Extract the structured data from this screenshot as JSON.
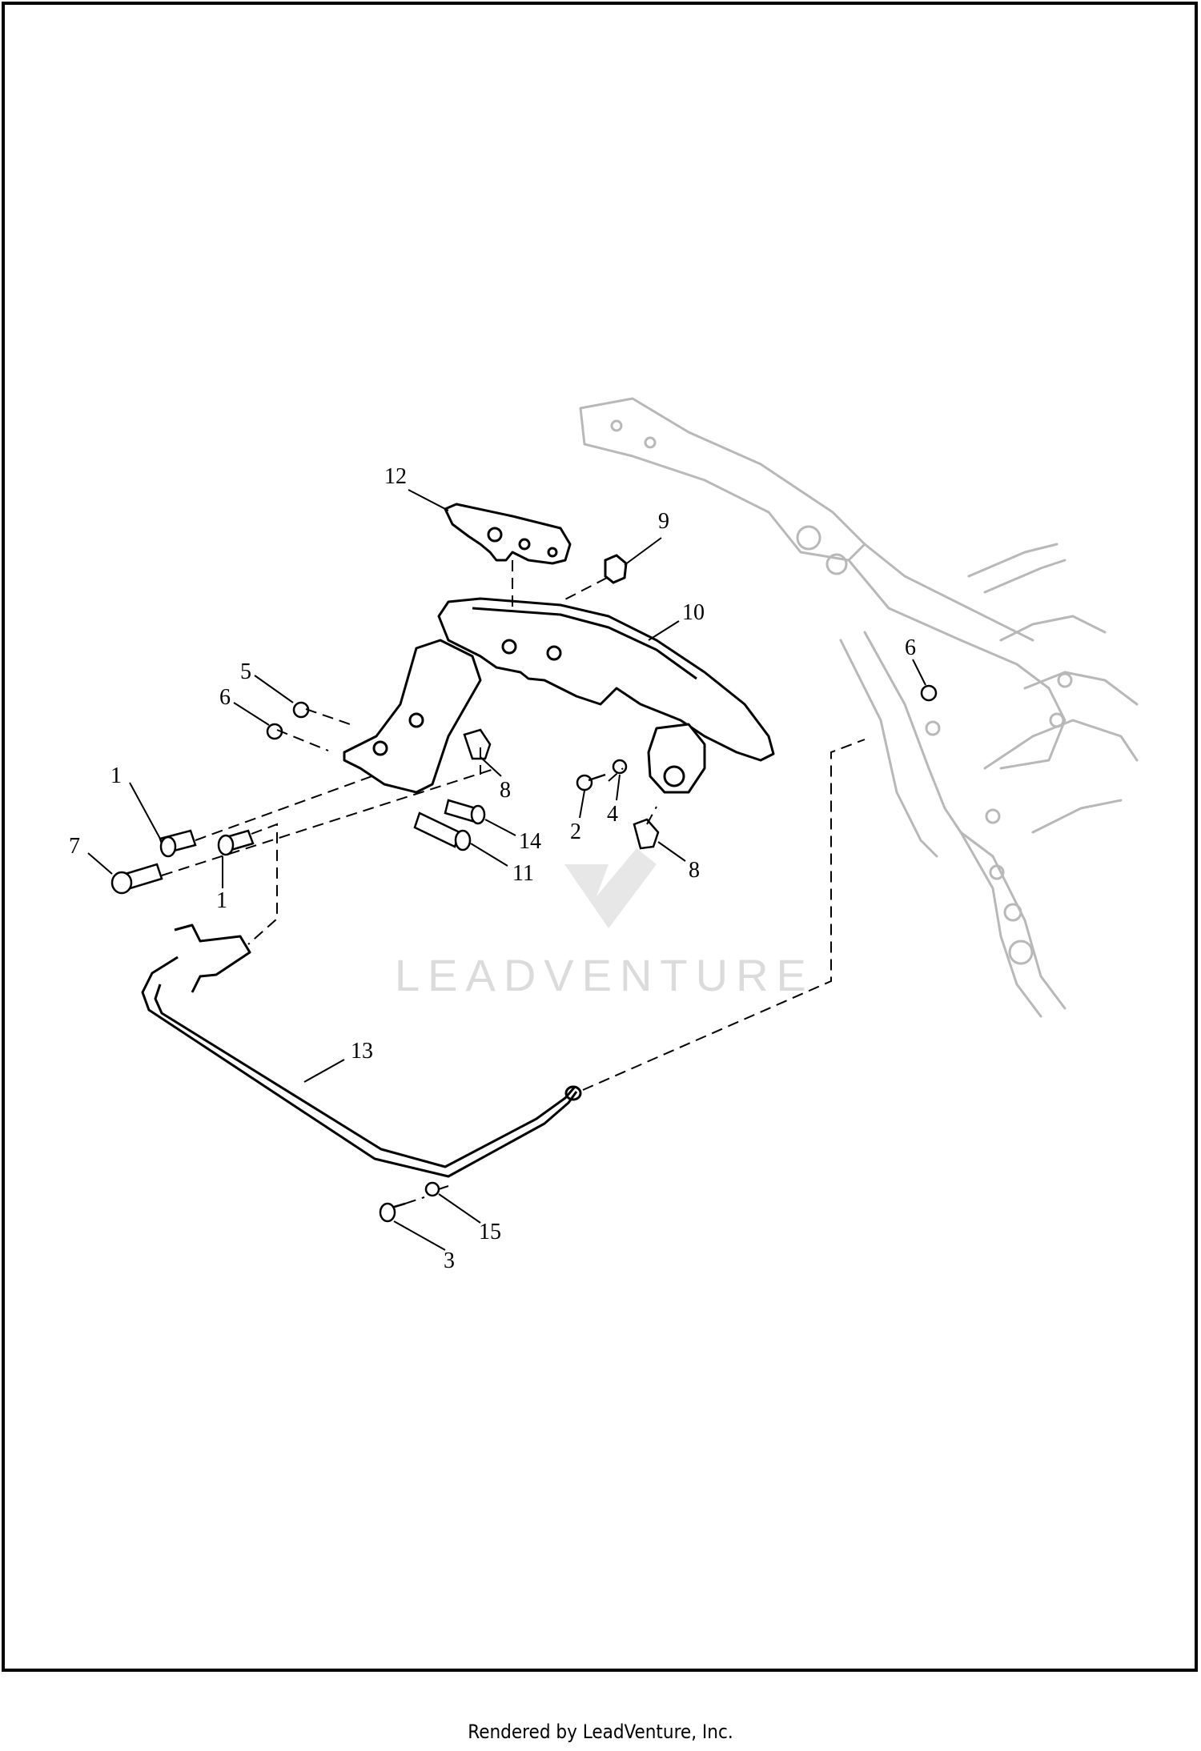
{
  "diagram": {
    "callouts": [
      {
        "id": "c12",
        "label": "12"
      },
      {
        "id": "c9",
        "label": "9"
      },
      {
        "id": "c10",
        "label": "10"
      },
      {
        "id": "c5",
        "label": "5"
      },
      {
        "id": "c6a",
        "label": "6"
      },
      {
        "id": "c6b",
        "label": "6"
      },
      {
        "id": "c1a",
        "label": "1"
      },
      {
        "id": "c7",
        "label": "7"
      },
      {
        "id": "c1b",
        "label": "1"
      },
      {
        "id": "c8a",
        "label": "8"
      },
      {
        "id": "c2",
        "label": "2"
      },
      {
        "id": "c4",
        "label": "4"
      },
      {
        "id": "c14",
        "label": "14"
      },
      {
        "id": "c11",
        "label": "11"
      },
      {
        "id": "c8b",
        "label": "8"
      },
      {
        "id": "c13",
        "label": "13"
      },
      {
        "id": "c15",
        "label": "15"
      },
      {
        "id": "c3",
        "label": "3"
      }
    ],
    "watermark": "LEADVENTURE",
    "colors": {
      "line": "#000000",
      "frame_ghost": "#b8b8b8",
      "watermark": "#d8d8d8"
    }
  },
  "footer": {
    "text": "Rendered by LeadVenture, Inc."
  }
}
